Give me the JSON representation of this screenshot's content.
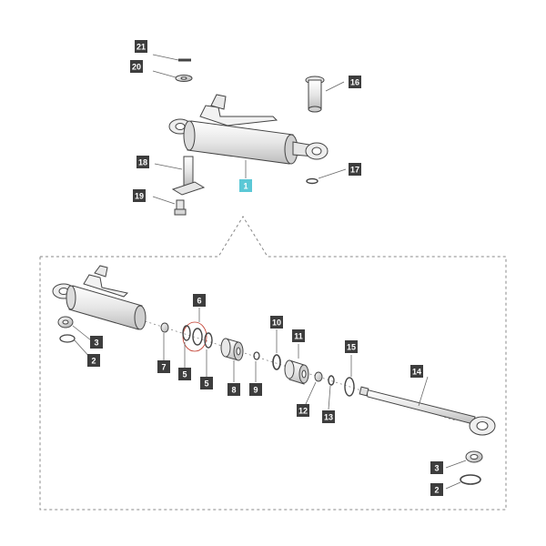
{
  "diagram": {
    "callouts": {
      "c21": "21",
      "c20": "20",
      "c16": "16",
      "c18": "18",
      "c17": "17",
      "c19": "19",
      "c1": "1",
      "c6": "6",
      "c3a": "3",
      "c2a": "2",
      "c7": "7",
      "c5a": "5",
      "c5b": "5",
      "c8": "8",
      "c9": "9",
      "c10": "10",
      "c11": "11",
      "c12": "12",
      "c13": "13",
      "c15": "15",
      "c14": "14",
      "c3b": "3",
      "c2b": "2"
    },
    "colors": {
      "callout_bg": "#3d3d3d",
      "callout_text": "#ffffff",
      "highlight_callout_bg": "#5bc8d6",
      "highlight_ring": "#c0392b",
      "line": "#555555",
      "detail_border": "#888888"
    }
  }
}
